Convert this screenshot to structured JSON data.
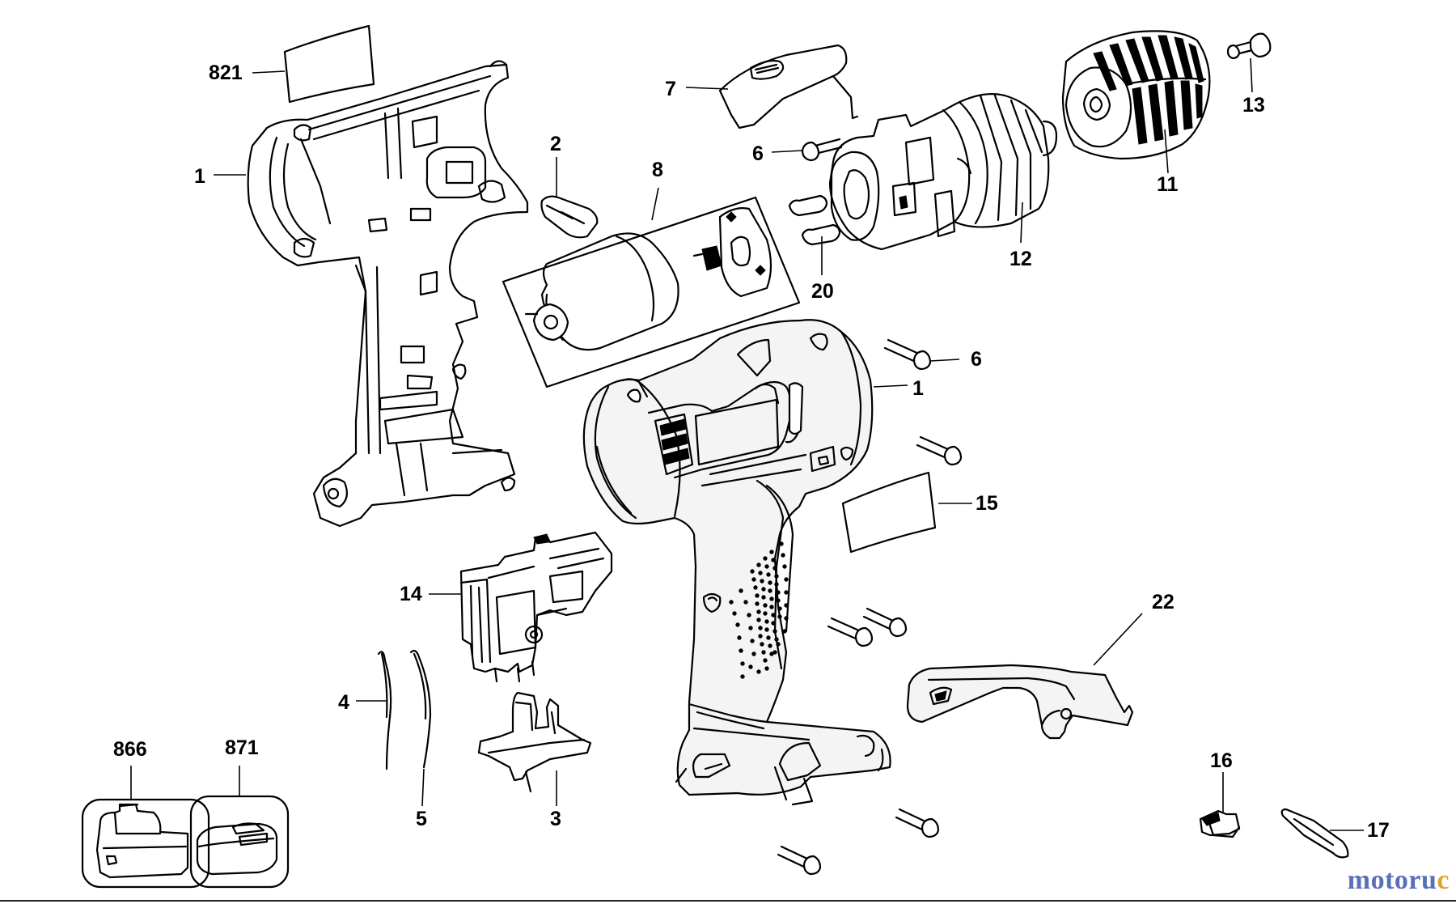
{
  "labels": {
    "821": "821",
    "1a": "1",
    "2": "2",
    "8": "8",
    "7": "7",
    "6a": "6",
    "20": "20",
    "12": "12",
    "11": "11",
    "13": "13",
    "6b": "6",
    "1b": "1",
    "15": "15",
    "14": "14",
    "22": "22",
    "4": "4",
    "5": "5",
    "3": "3",
    "866": "866",
    "871": "871",
    "16": "16",
    "17": "17"
  },
  "watermark": {
    "left": "motoru",
    "right": "c"
  },
  "colors": {
    "ink": "#000000",
    "paper": "#ffffff",
    "watermark_blue": "#5a6fb8",
    "watermark_orange": "#e0a32a"
  }
}
